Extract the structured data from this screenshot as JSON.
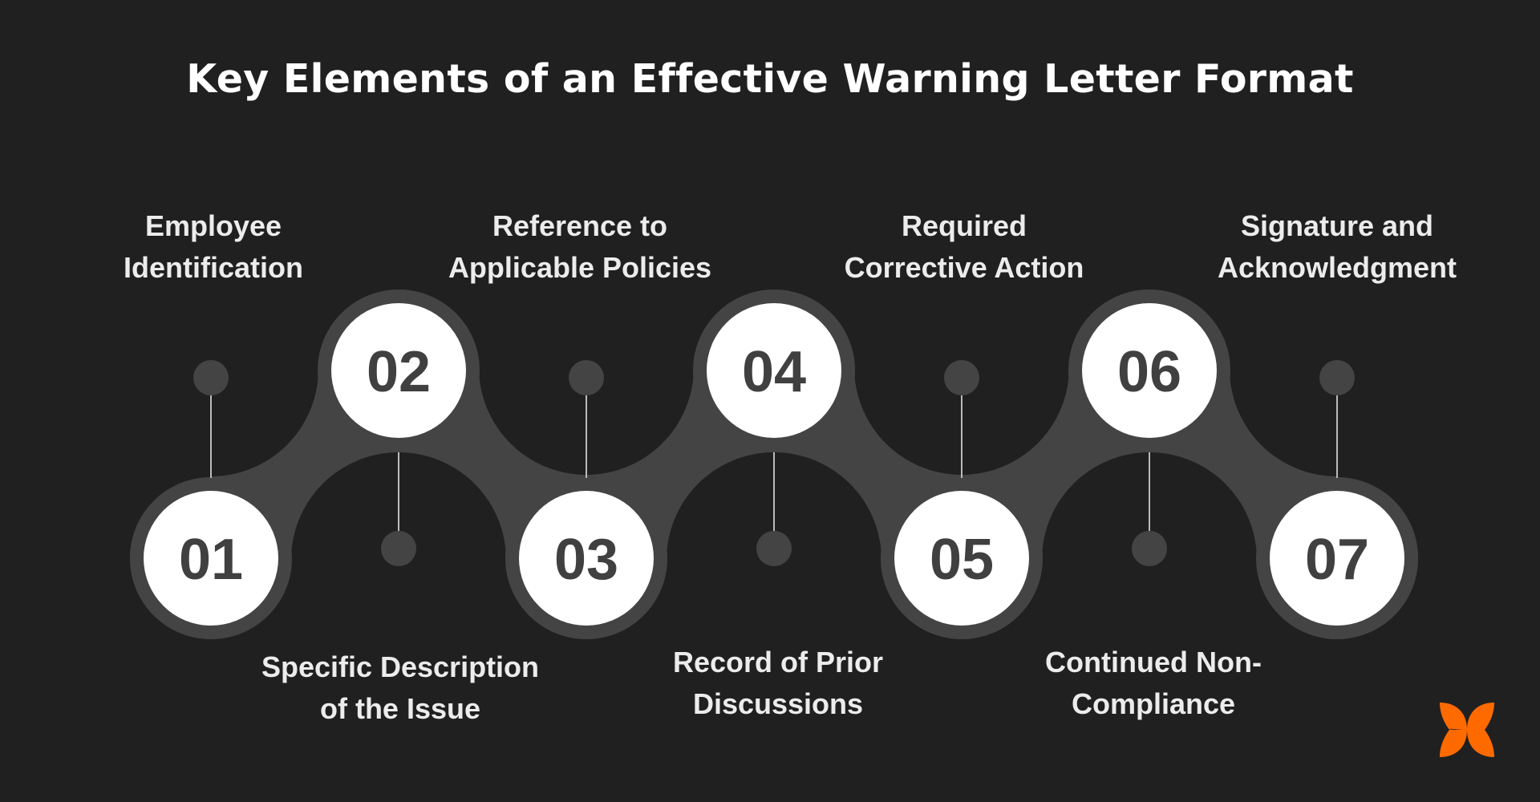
{
  "title": "Key Elements of an Effective Warning Letter Format",
  "colors": {
    "background": "#202020",
    "band": "#444444",
    "ring": "#444444",
    "node_fill": "#ffffff",
    "node_text": "#404040",
    "label_text": "#ececec",
    "connector_line": "#bbbbbb",
    "logo": "#ff6a00"
  },
  "steps": [
    {
      "number": "01",
      "line1": "Employee",
      "line2": "Identification",
      "position": "top-label"
    },
    {
      "number": "02",
      "line1": "Specific Description",
      "line2": "of the Issue",
      "position": "bottom-label"
    },
    {
      "number": "03",
      "line1": "Reference to",
      "line2": "Applicable Policies",
      "position": "top-label"
    },
    {
      "number": "04",
      "line1": "Record of Prior",
      "line2": "Discussions",
      "position": "bottom-label"
    },
    {
      "number": "05",
      "line1": "Required",
      "line2": "Corrective Action",
      "position": "top-label"
    },
    {
      "number": "06",
      "line1": "Continued Non-",
      "line2": "Compliance",
      "position": "bottom-label"
    },
    {
      "number": "07",
      "line1": "Signature and",
      "line2": "Acknowledgment",
      "position": "top-label"
    }
  ],
  "logo": {
    "icon": "butterfly-logo-icon"
  }
}
